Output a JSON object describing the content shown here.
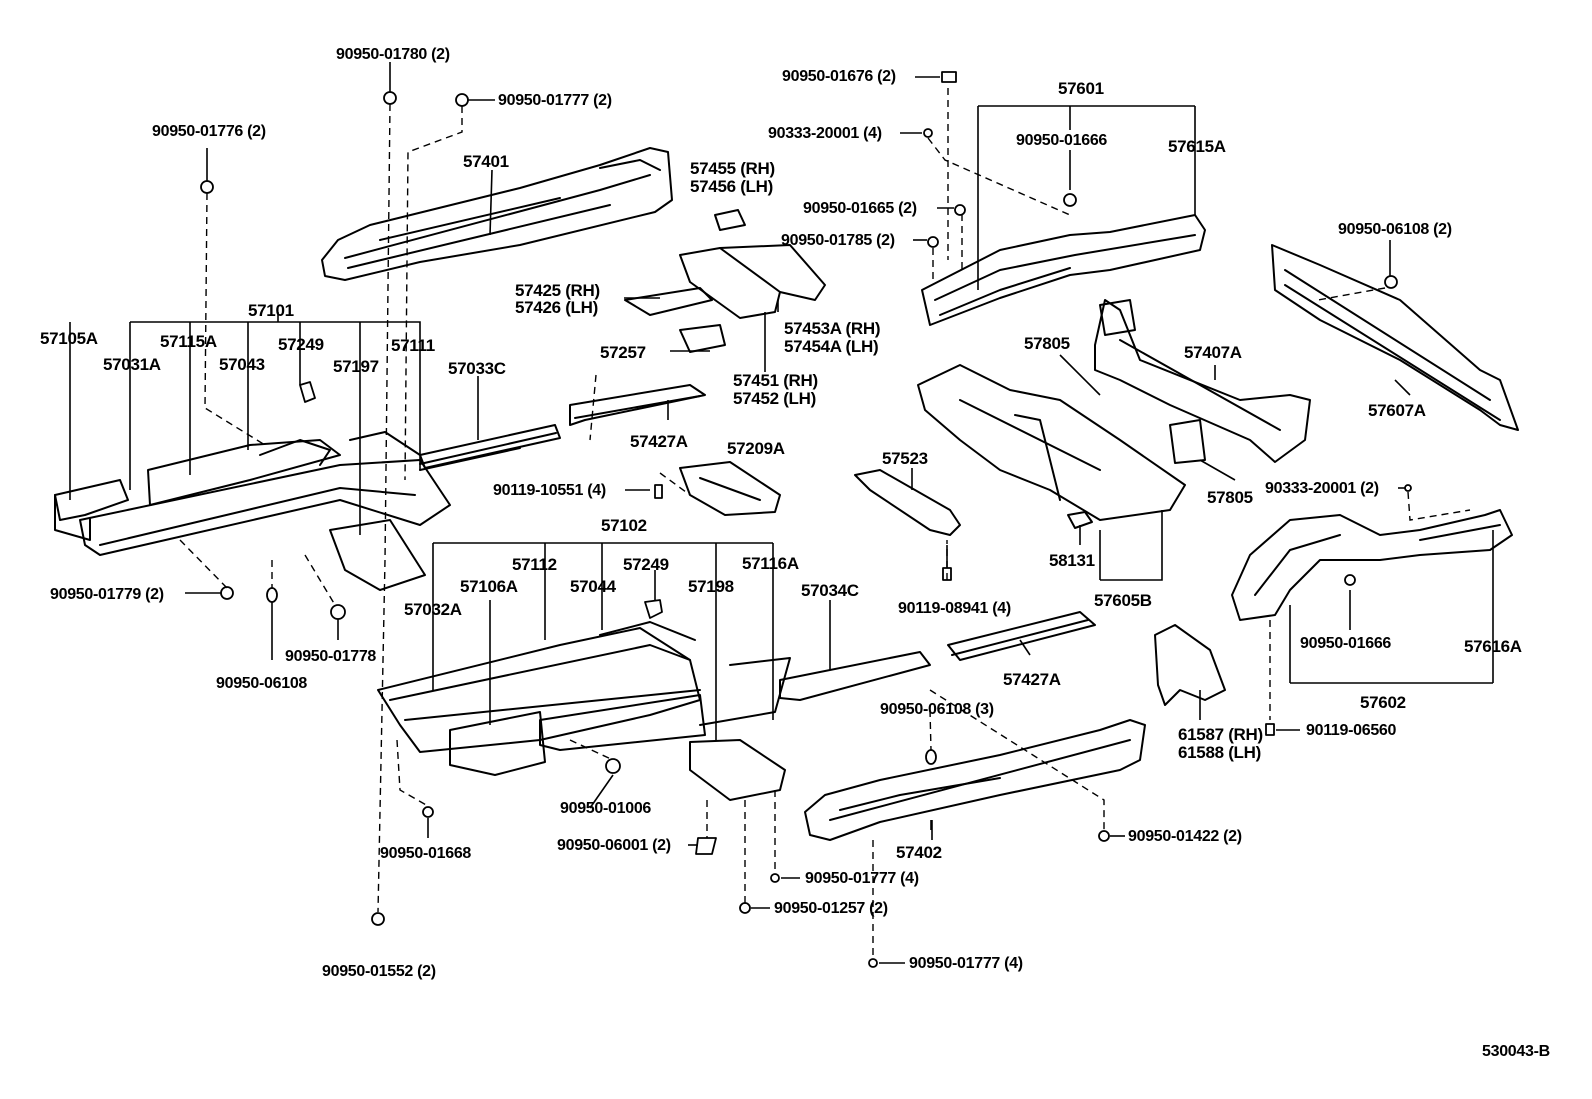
{
  "diagram_id": "530043-B",
  "callouts": [
    {
      "id": "c_9095001780",
      "text": "90950-01780 (2)"
    },
    {
      "id": "c_9095001777a",
      "text": "90950-01777 (2)"
    },
    {
      "id": "c_9095001776",
      "text": "90950-01776 (2)"
    },
    {
      "id": "c_57401",
      "text": "57401"
    },
    {
      "id": "c_57101",
      "text": "57101"
    },
    {
      "id": "c_57105A",
      "text": "57105A"
    },
    {
      "id": "c_57031A",
      "text": "57031A"
    },
    {
      "id": "c_57115A",
      "text": "57115A"
    },
    {
      "id": "c_57043",
      "text": "57043"
    },
    {
      "id": "c_57249a",
      "text": "57249"
    },
    {
      "id": "c_57197",
      "text": "57197"
    },
    {
      "id": "c_57111",
      "text": "57111"
    },
    {
      "id": "c_57033C",
      "text": "57033C"
    },
    {
      "id": "c_9095001779",
      "text": "90950-01779 (2)"
    },
    {
      "id": "c_9095001778",
      "text": "90950-01778"
    },
    {
      "id": "c_9095006108a",
      "text": "90950-06108"
    },
    {
      "id": "c_57455",
      "text": "57455 (RH)"
    },
    {
      "id": "c_57456",
      "text": "57456 (LH)"
    },
    {
      "id": "c_57425",
      "text": "57425 (RH)"
    },
    {
      "id": "c_57426",
      "text": "57426 (LH)"
    },
    {
      "id": "c_57453A",
      "text": "57453A (RH)"
    },
    {
      "id": "c_57454A",
      "text": "57454A (LH)"
    },
    {
      "id": "c_57257",
      "text": "57257"
    },
    {
      "id": "c_57451",
      "text": "57451 (RH)"
    },
    {
      "id": "c_57452",
      "text": "57452 (LH)"
    },
    {
      "id": "c_57427Aa",
      "text": "57427A"
    },
    {
      "id": "c_57209A",
      "text": "57209A"
    },
    {
      "id": "c_9011910551",
      "text": "90119-10551 (4)"
    },
    {
      "id": "c_57102",
      "text": "57102"
    },
    {
      "id": "c_57112",
      "text": "57112"
    },
    {
      "id": "c_57249b",
      "text": "57249"
    },
    {
      "id": "c_57116A",
      "text": "57116A"
    },
    {
      "id": "c_57106A",
      "text": "57106A"
    },
    {
      "id": "c_57044",
      "text": "57044"
    },
    {
      "id": "c_57198",
      "text": "57198"
    },
    {
      "id": "c_57034C",
      "text": "57034C"
    },
    {
      "id": "c_57032A",
      "text": "57032A"
    },
    {
      "id": "c_9095001006",
      "text": "90950-01006"
    },
    {
      "id": "c_9095001668",
      "text": "90950-01668"
    },
    {
      "id": "c_9095006001",
      "text": "90950-06001 (2)"
    },
    {
      "id": "c_9095001777b",
      "text": "90950-01777 (4)"
    },
    {
      "id": "c_9095001257",
      "text": "90950-01257 (2)"
    },
    {
      "id": "c_9095001777c",
      "text": "90950-01777 (4)"
    },
    {
      "id": "c_9095001552",
      "text": "90950-01552 (2)"
    },
    {
      "id": "c_57402",
      "text": "57402"
    },
    {
      "id": "c_9095006108b",
      "text": "90950-06108 (3)"
    },
    {
      "id": "c_9095001422",
      "text": "90950-01422 (2)"
    },
    {
      "id": "c_9095001676",
      "text": "90950-01676 (2)"
    },
    {
      "id": "c_57601",
      "text": "57601"
    },
    {
      "id": "c_9033320001a",
      "text": "90333-20001 (4)"
    },
    {
      "id": "c_9095001666a",
      "text": "90950-01666"
    },
    {
      "id": "c_57615A",
      "text": "57615A"
    },
    {
      "id": "c_9095001665",
      "text": "90950-01665 (2)"
    },
    {
      "id": "c_9095001785",
      "text": "90950-01785 (2)"
    },
    {
      "id": "c_9095006108c",
      "text": "90950-06108 (2)"
    },
    {
      "id": "c_57805a",
      "text": "57805"
    },
    {
      "id": "c_57407A",
      "text": "57407A"
    },
    {
      "id": "c_57607A",
      "text": "57607A"
    },
    {
      "id": "c_57805b",
      "text": "57805"
    },
    {
      "id": "c_57523",
      "text": "57523"
    },
    {
      "id": "c_9033320001b",
      "text": "90333-20001 (2)"
    },
    {
      "id": "c_58131",
      "text": "58131"
    },
    {
      "id": "c_57605B",
      "text": "57605B"
    },
    {
      "id": "c_9011908941",
      "text": "90119-08941 (4)"
    },
    {
      "id": "c_57427Ab",
      "text": "57427A"
    },
    {
      "id": "c_9095001666b",
      "text": "90950-01666"
    },
    {
      "id": "c_57616A",
      "text": "57616A"
    },
    {
      "id": "c_57602",
      "text": "57602"
    },
    {
      "id": "c_61587",
      "text": "61587 (RH)"
    },
    {
      "id": "c_61588",
      "text": "61588 (LH)"
    },
    {
      "id": "c_9011906560",
      "text": "90119-06560"
    }
  ]
}
